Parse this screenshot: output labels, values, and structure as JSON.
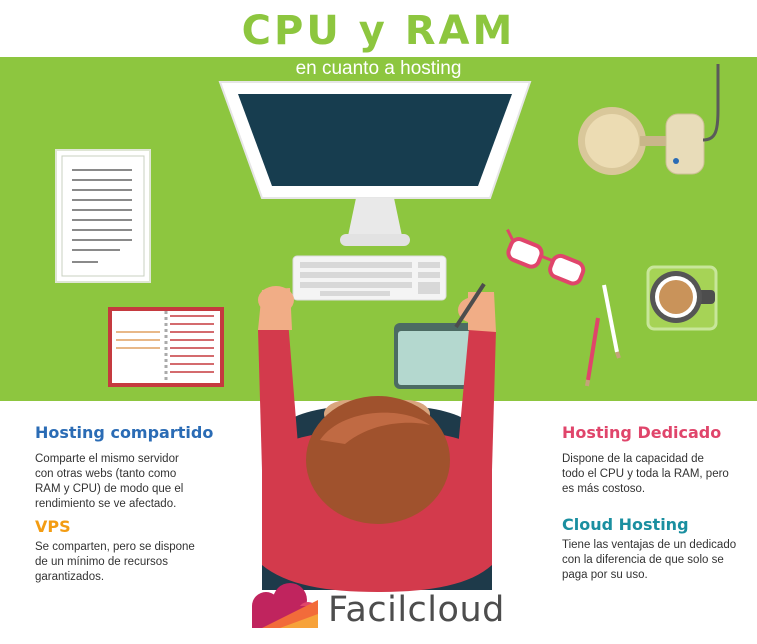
{
  "header": {
    "title": "CPU y RAM",
    "subtitle": "en cuanto a hosting"
  },
  "sections": [
    {
      "title": "Hosting compartido",
      "text": "Comparte el mismo servidor\ncon  otras webs (tanto como\nRAM y CPU) de modo que el\nrendimiento se ve afectado.",
      "color": "#2b6cb5"
    },
    {
      "title": "VPS",
      "text": "Se comparten, pero se dispone\nde un mínimo de recursos\ngarantizados.",
      "color": "#f39c12"
    },
    {
      "title": "Hosting Dedicado",
      "text": "Dispone de la capacidad de\ntodo el CPU y toda la RAM, pero\nes más costoso.",
      "color": "#e0456b"
    },
    {
      "title": "Cloud Hosting",
      "text": "Tiene las ventajas de un dedicado\ncon la diferencia de que solo se\npaga por su uso.",
      "color": "#1a8fa0"
    }
  ],
  "brand": {
    "name": "Facilcloud"
  },
  "colors": {
    "accent_green": "#8dc63f",
    "shirt_red": "#d33a4c",
    "hair_brown": "#a0522d",
    "monitor_screen": "#173d4f",
    "logo_pink": "#c0245e",
    "logo_orange": "#f26b3a"
  }
}
